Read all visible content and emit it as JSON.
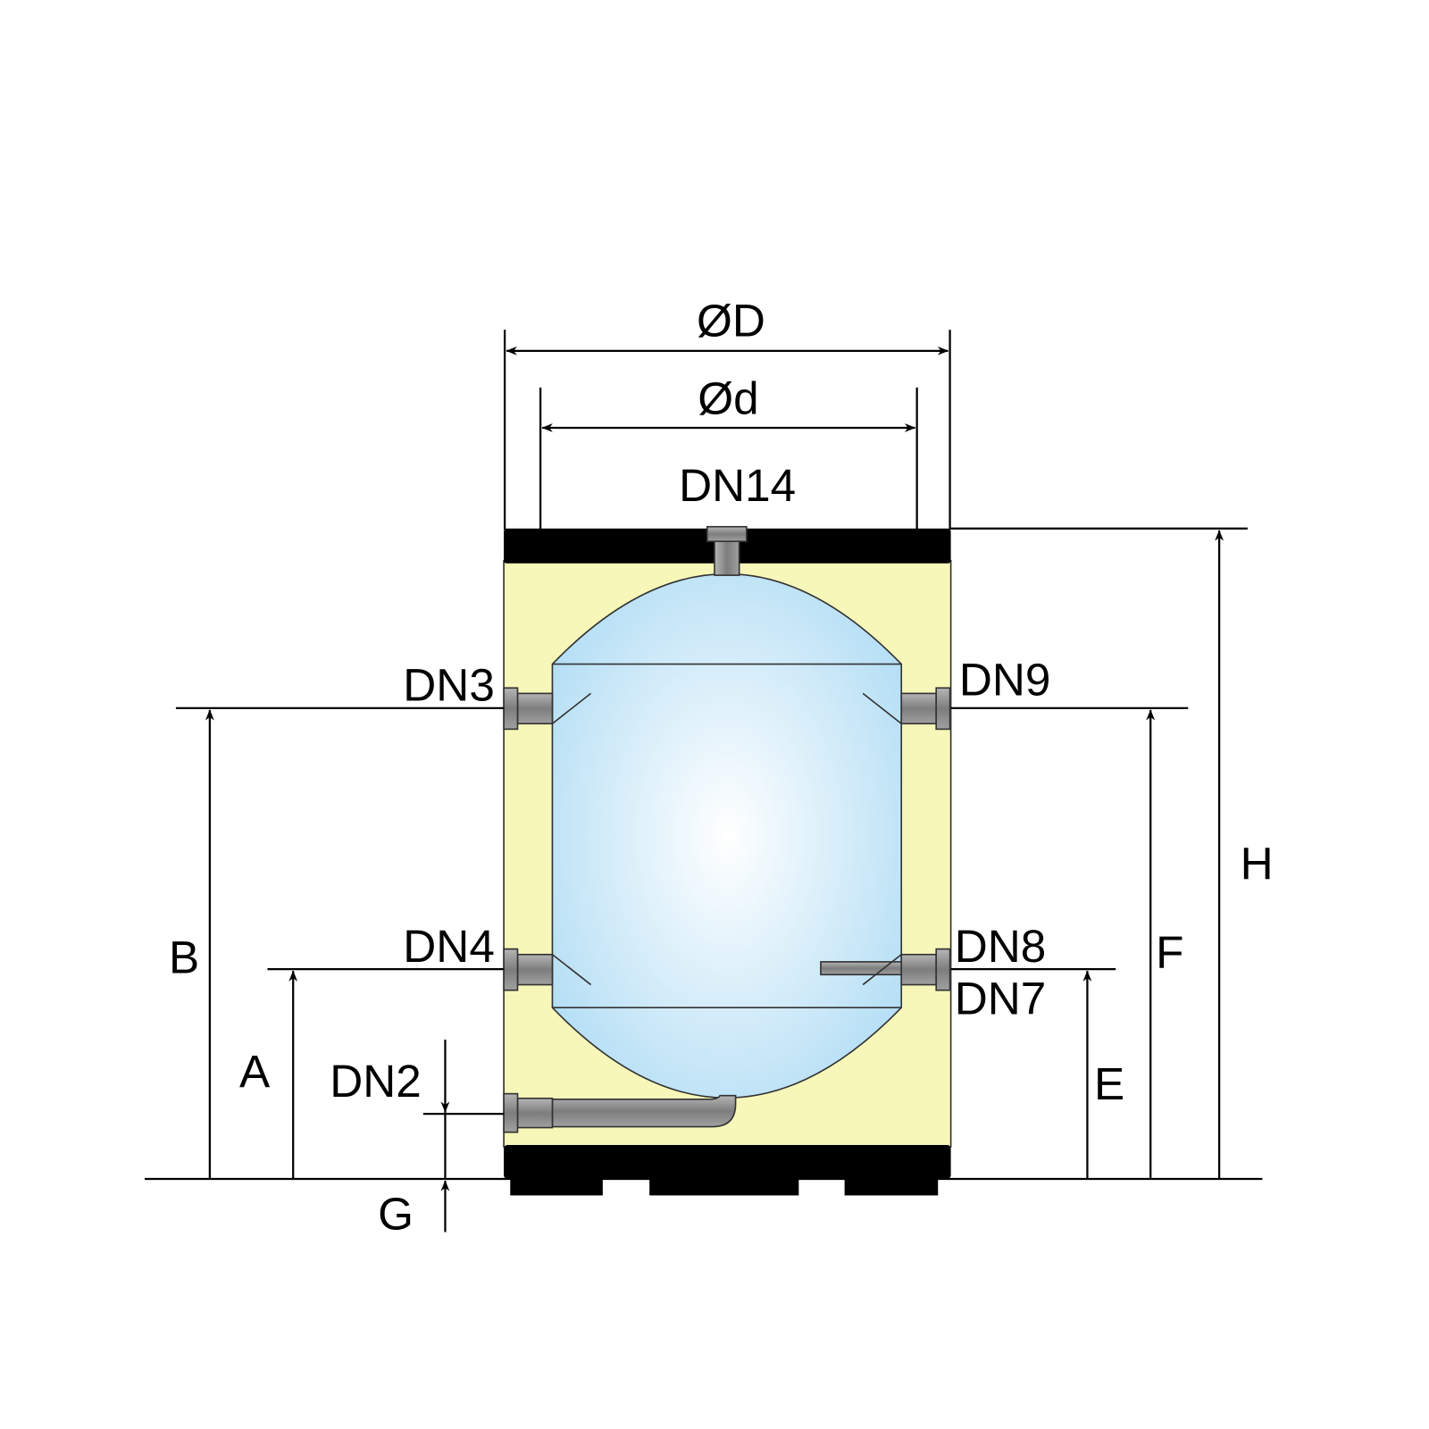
{
  "diagram": {
    "dimensions": {
      "outer_diameter": "ØD",
      "inner_diameter": "Ød",
      "height": "H",
      "A": "A",
      "B": "B",
      "E": "E",
      "F": "F",
      "G": "G"
    },
    "connections": {
      "top": "DN14",
      "left_upper": "DN3",
      "left_lower": "DN4",
      "left_bottom": "DN2",
      "right_upper": "DN9",
      "right_lower_a": "DN8",
      "right_lower_b": "DN7"
    },
    "colors": {
      "insulation": "#f7f7b9",
      "tank": "#bfe4f7",
      "tank_center": "#ffffff",
      "caps": "#000000",
      "pipe": "#8c8c8c"
    }
  }
}
